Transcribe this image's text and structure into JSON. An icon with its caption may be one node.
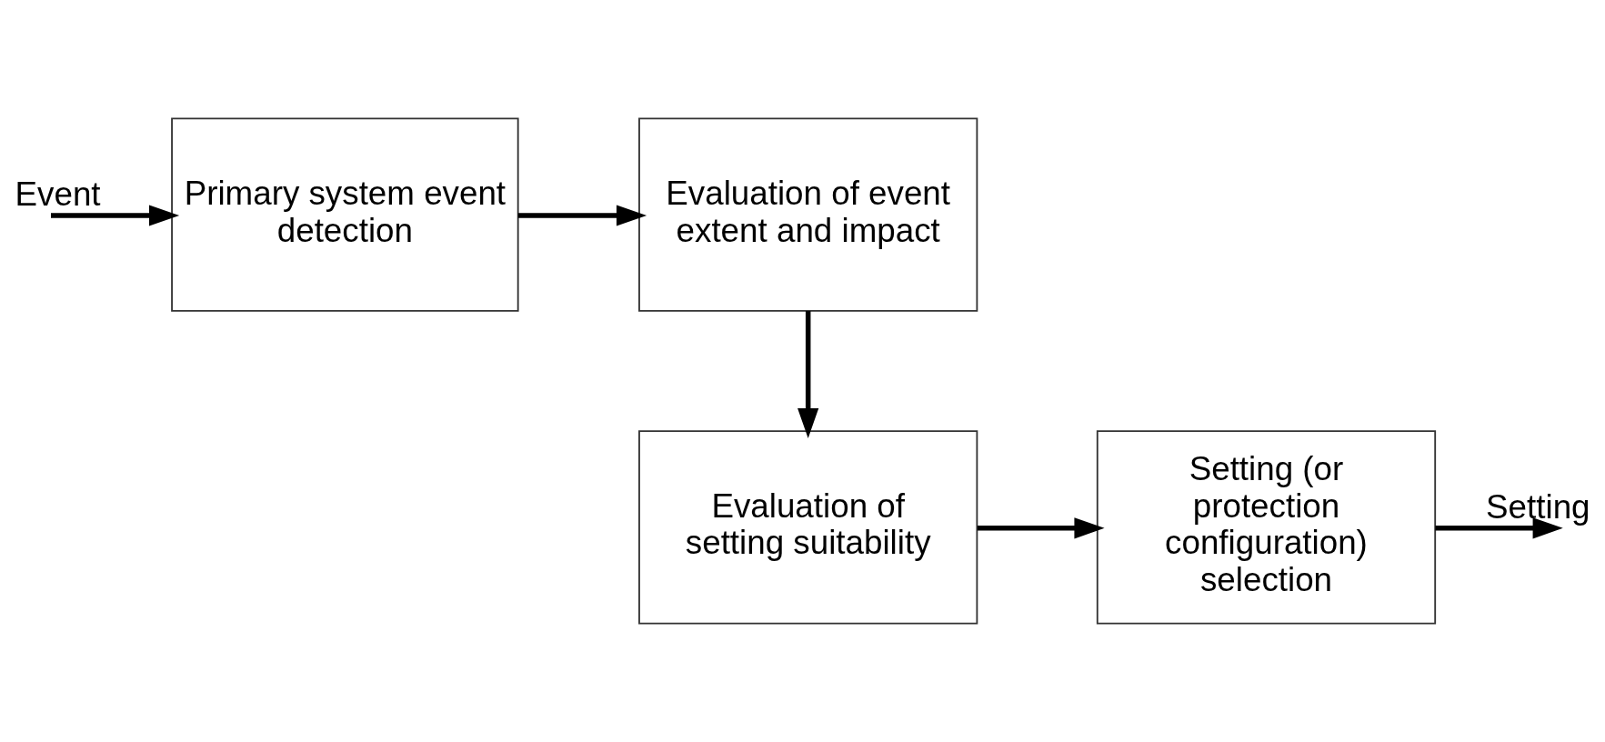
{
  "diagram": {
    "nodes": [
      {
        "text": [
          "Primary system event detection"
        ]
      },
      {
        "text": [
          "Evaluation of event extent and impact"
        ]
      },
      {
        "text": [
          "Evaluation of setting suitability"
        ]
      },
      {
        "text": [
          "Setting (or protection configuration) selection"
        ]
      }
    ],
    "edges": [
      {
        "from": null,
        "to": 0,
        "arrow": "to",
        "label": "Event"
      },
      {
        "from": 0,
        "to": 1,
        "arrow": "to"
      },
      {
        "from": 1,
        "to": 2,
        "arrow": "to"
      },
      {
        "from": 2,
        "to": 3,
        "arrow": "to"
      },
      {
        "from": 3,
        "to": null,
        "arrow": "to",
        "label": "Setting"
      }
    ]
  }
}
